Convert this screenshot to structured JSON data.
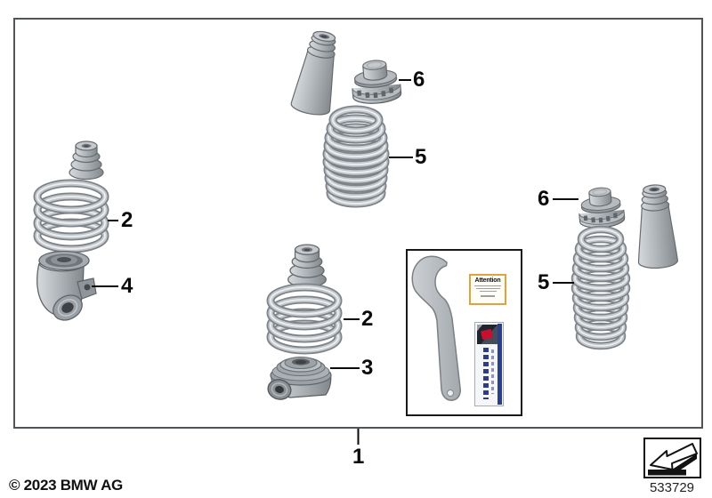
{
  "footer": {
    "copyright": "© 2023 BMW AG",
    "diagram_number": "533729"
  },
  "callouts": {
    "kit": "1",
    "spring_left": "2",
    "spring_center": "2",
    "seat_center": "3",
    "mount_left": "4",
    "spring_top": "5",
    "spring_right": "5",
    "support_top": "6",
    "support_right": "6"
  },
  "kit_box": {
    "attention_title": "Attention"
  },
  "colors": {
    "frame_border": "#50555a",
    "kit_box_border": "#17191b",
    "attention_border": "#e2a23b",
    "package_blue": "#2c3f86",
    "package_red": "#c8102e",
    "part_gray": "#b2b7bb",
    "line_black": "#0a0a0a"
  },
  "icons": {
    "direction_arrow": "arrow-lower-left-icon"
  }
}
